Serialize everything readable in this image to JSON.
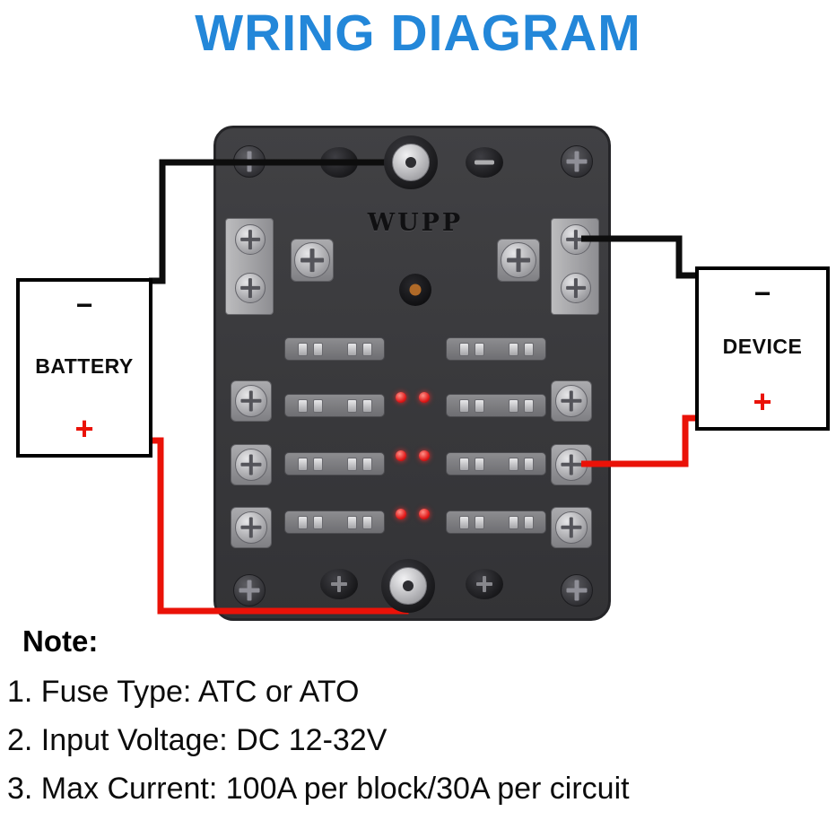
{
  "title": "WRING DIAGRAM",
  "fuse_block": {
    "brand": "WUPP"
  },
  "battery": {
    "minus_label": "−",
    "label": "BATTERY",
    "plus_label": "+"
  },
  "device": {
    "minus_label": "−",
    "label": "DEVICE",
    "plus_label": "+"
  },
  "notes": {
    "heading": "Note:",
    "items": [
      "1. Fuse Type: ATC or ATO",
      "2. Input Voltage: DC 12-32V",
      "3. Max Current: 100A per block/30A per circuit"
    ]
  },
  "colors": {
    "title_blue": "#2387d9",
    "wire_negative": "#0d0d0d",
    "wire_positive": "#ea1208",
    "led_red": "#e01818",
    "plus_red": "#ea1208"
  }
}
